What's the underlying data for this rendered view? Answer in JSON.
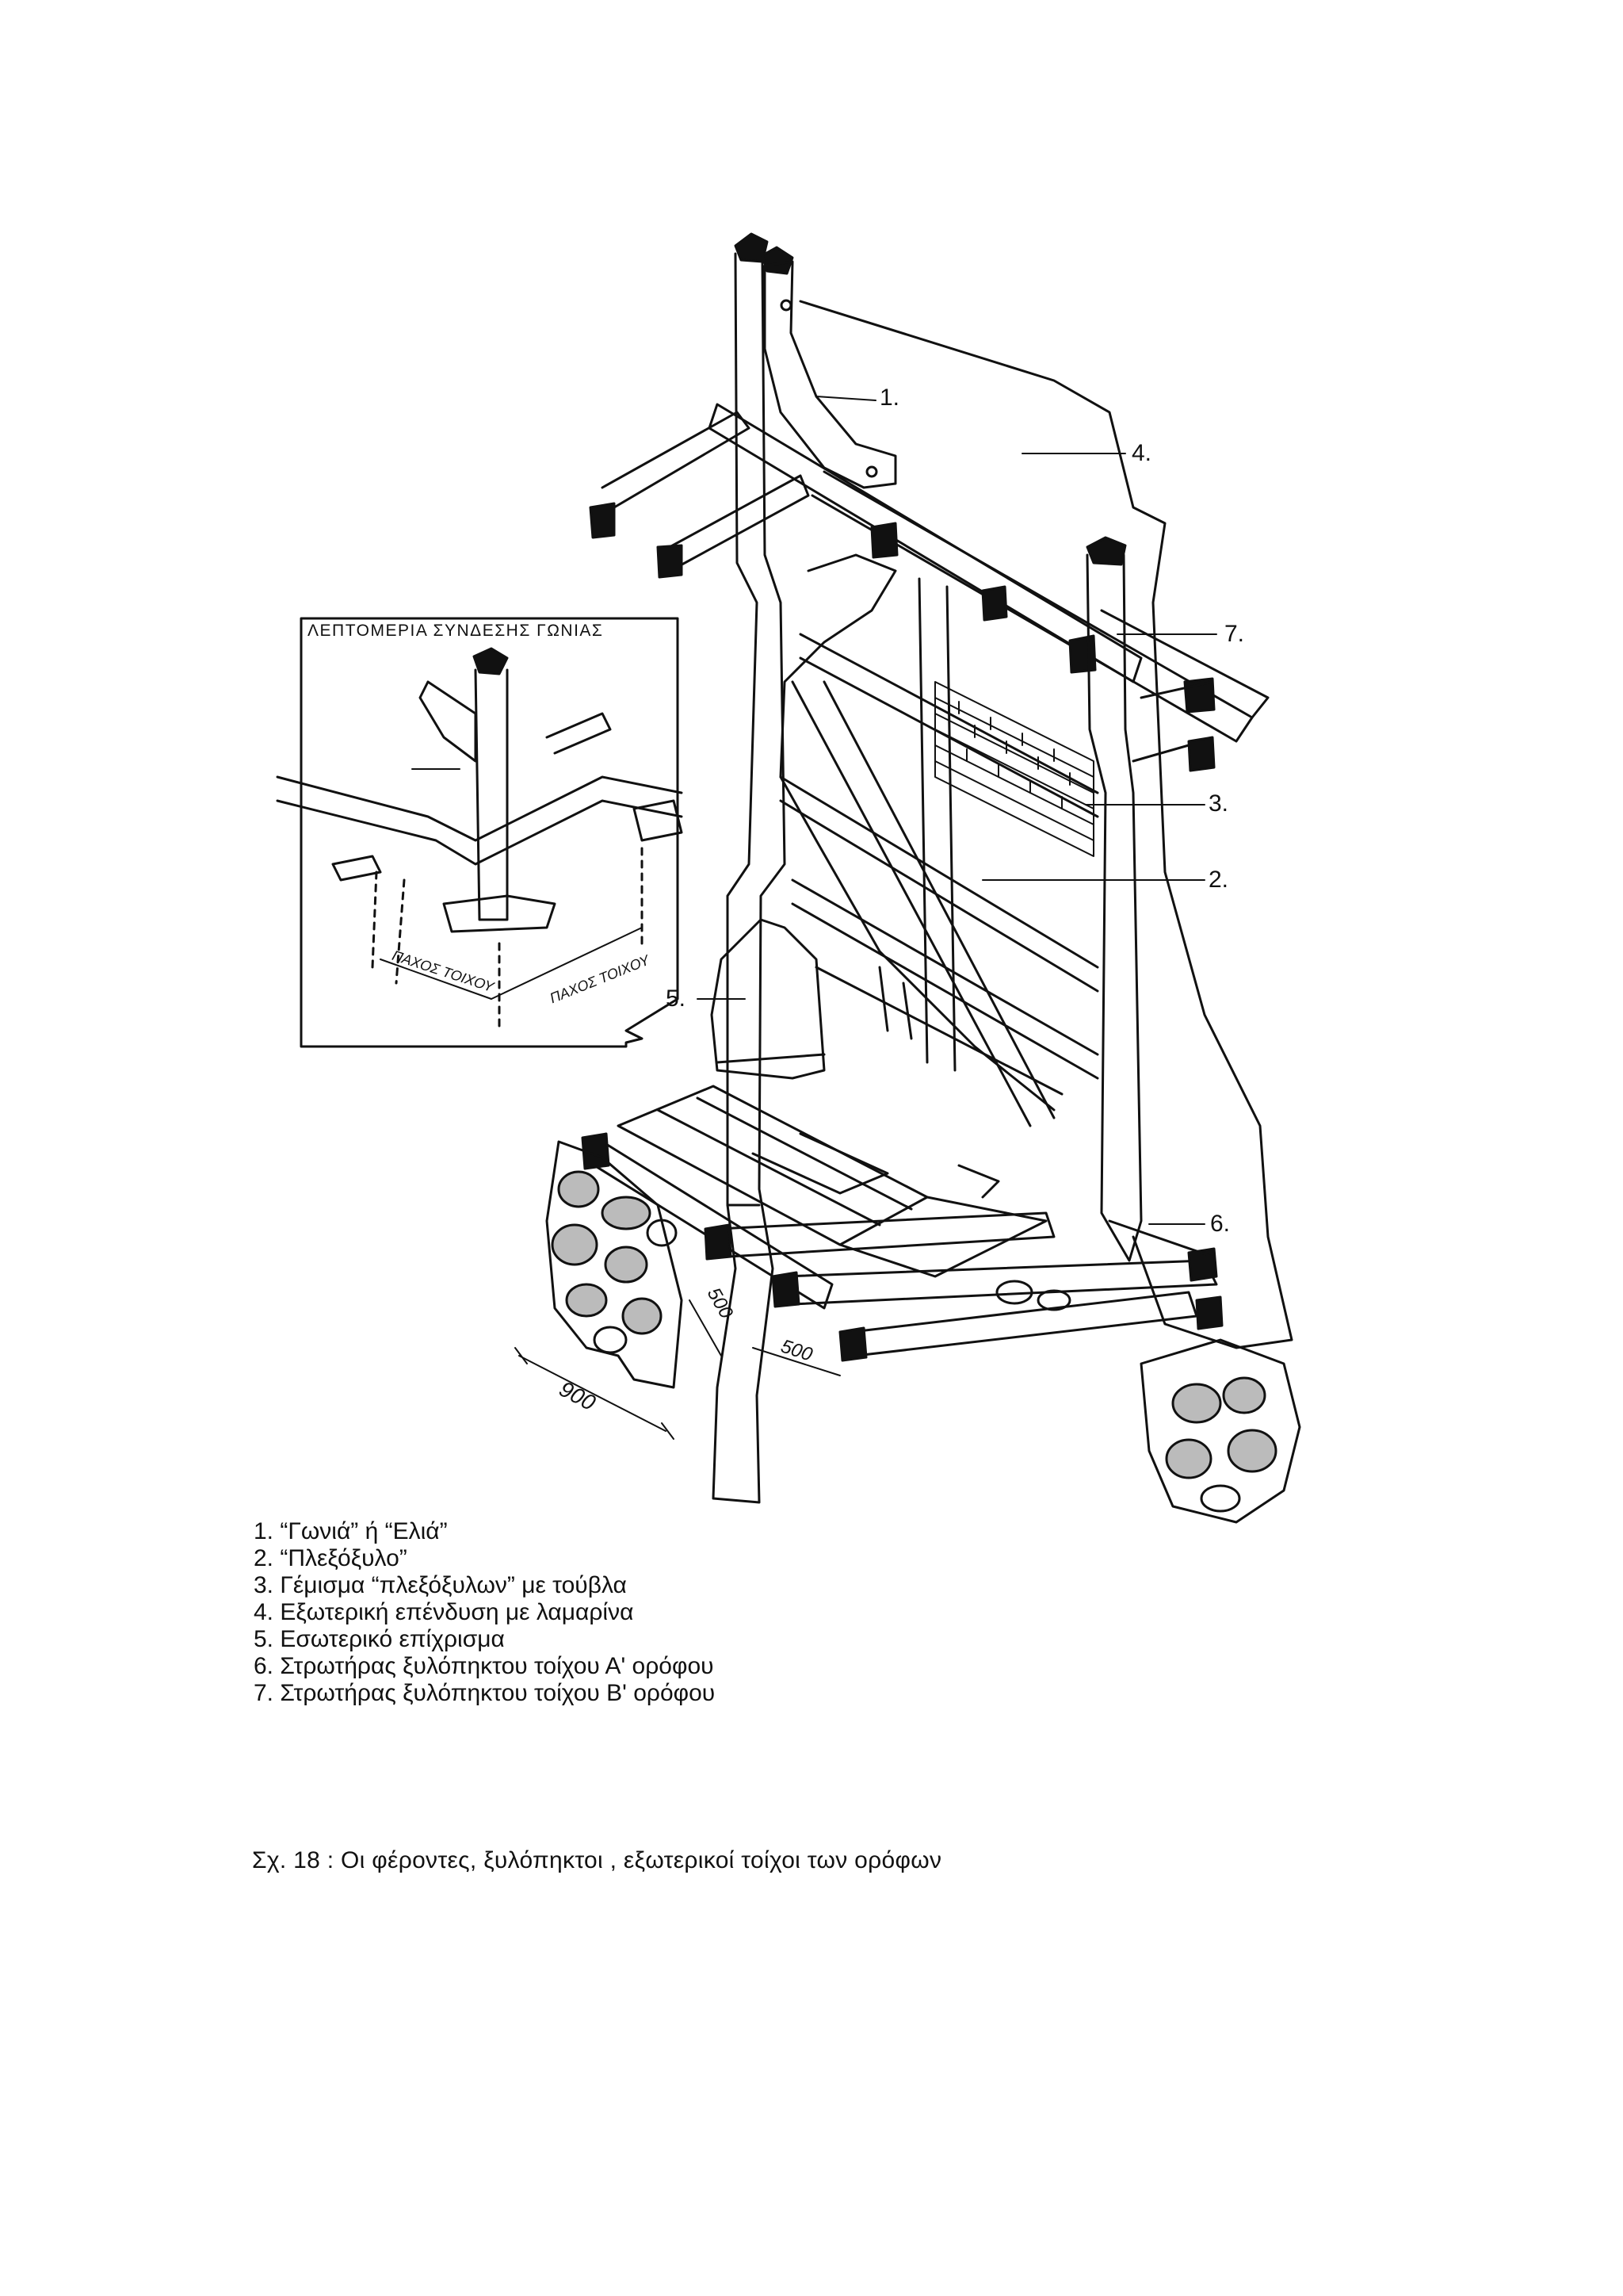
{
  "detail_box": {
    "title": "ΛΕΠΤΟΜΕΡΙΑ ΣΥΝΔΕΣΗΣ ΓΩΝΙΑΣ",
    "thickness_label_1": "ΠΑΧΟΣ ΤΟΙΧΟΥ",
    "thickness_label_2": "ΠΑΧΟΣ ΤΟΙΧΟΥ"
  },
  "callouts": [
    "1.",
    "2.",
    "3.",
    "4.",
    "5.",
    "6.",
    "7."
  ],
  "dimensions": {
    "d1": "500",
    "d2": "500",
    "d3": "900"
  },
  "legend": [
    "1. “Γωνιά” ή “Ελιά”",
    "2. “Πλεξόξυλο”",
    "3. Γέμισμα “πλεξόξυλων” με τούβλα",
    "4. Εξωτερική επένδυση με λαμαρίνα",
    "5. Εσωτερικό επίχρισμα",
    "6. Στρωτήρας ξυλόπηκτου τοίχου Α' ορόφου",
    "7. Στρωτήρας ξυλόπηκτου τοίχου Β' ορόφου"
  ],
  "caption": "Σχ. 18 : Οι φέροντες, ξυλόπηκτοι , εξωτερικοί τοίχοι των ορόφων"
}
